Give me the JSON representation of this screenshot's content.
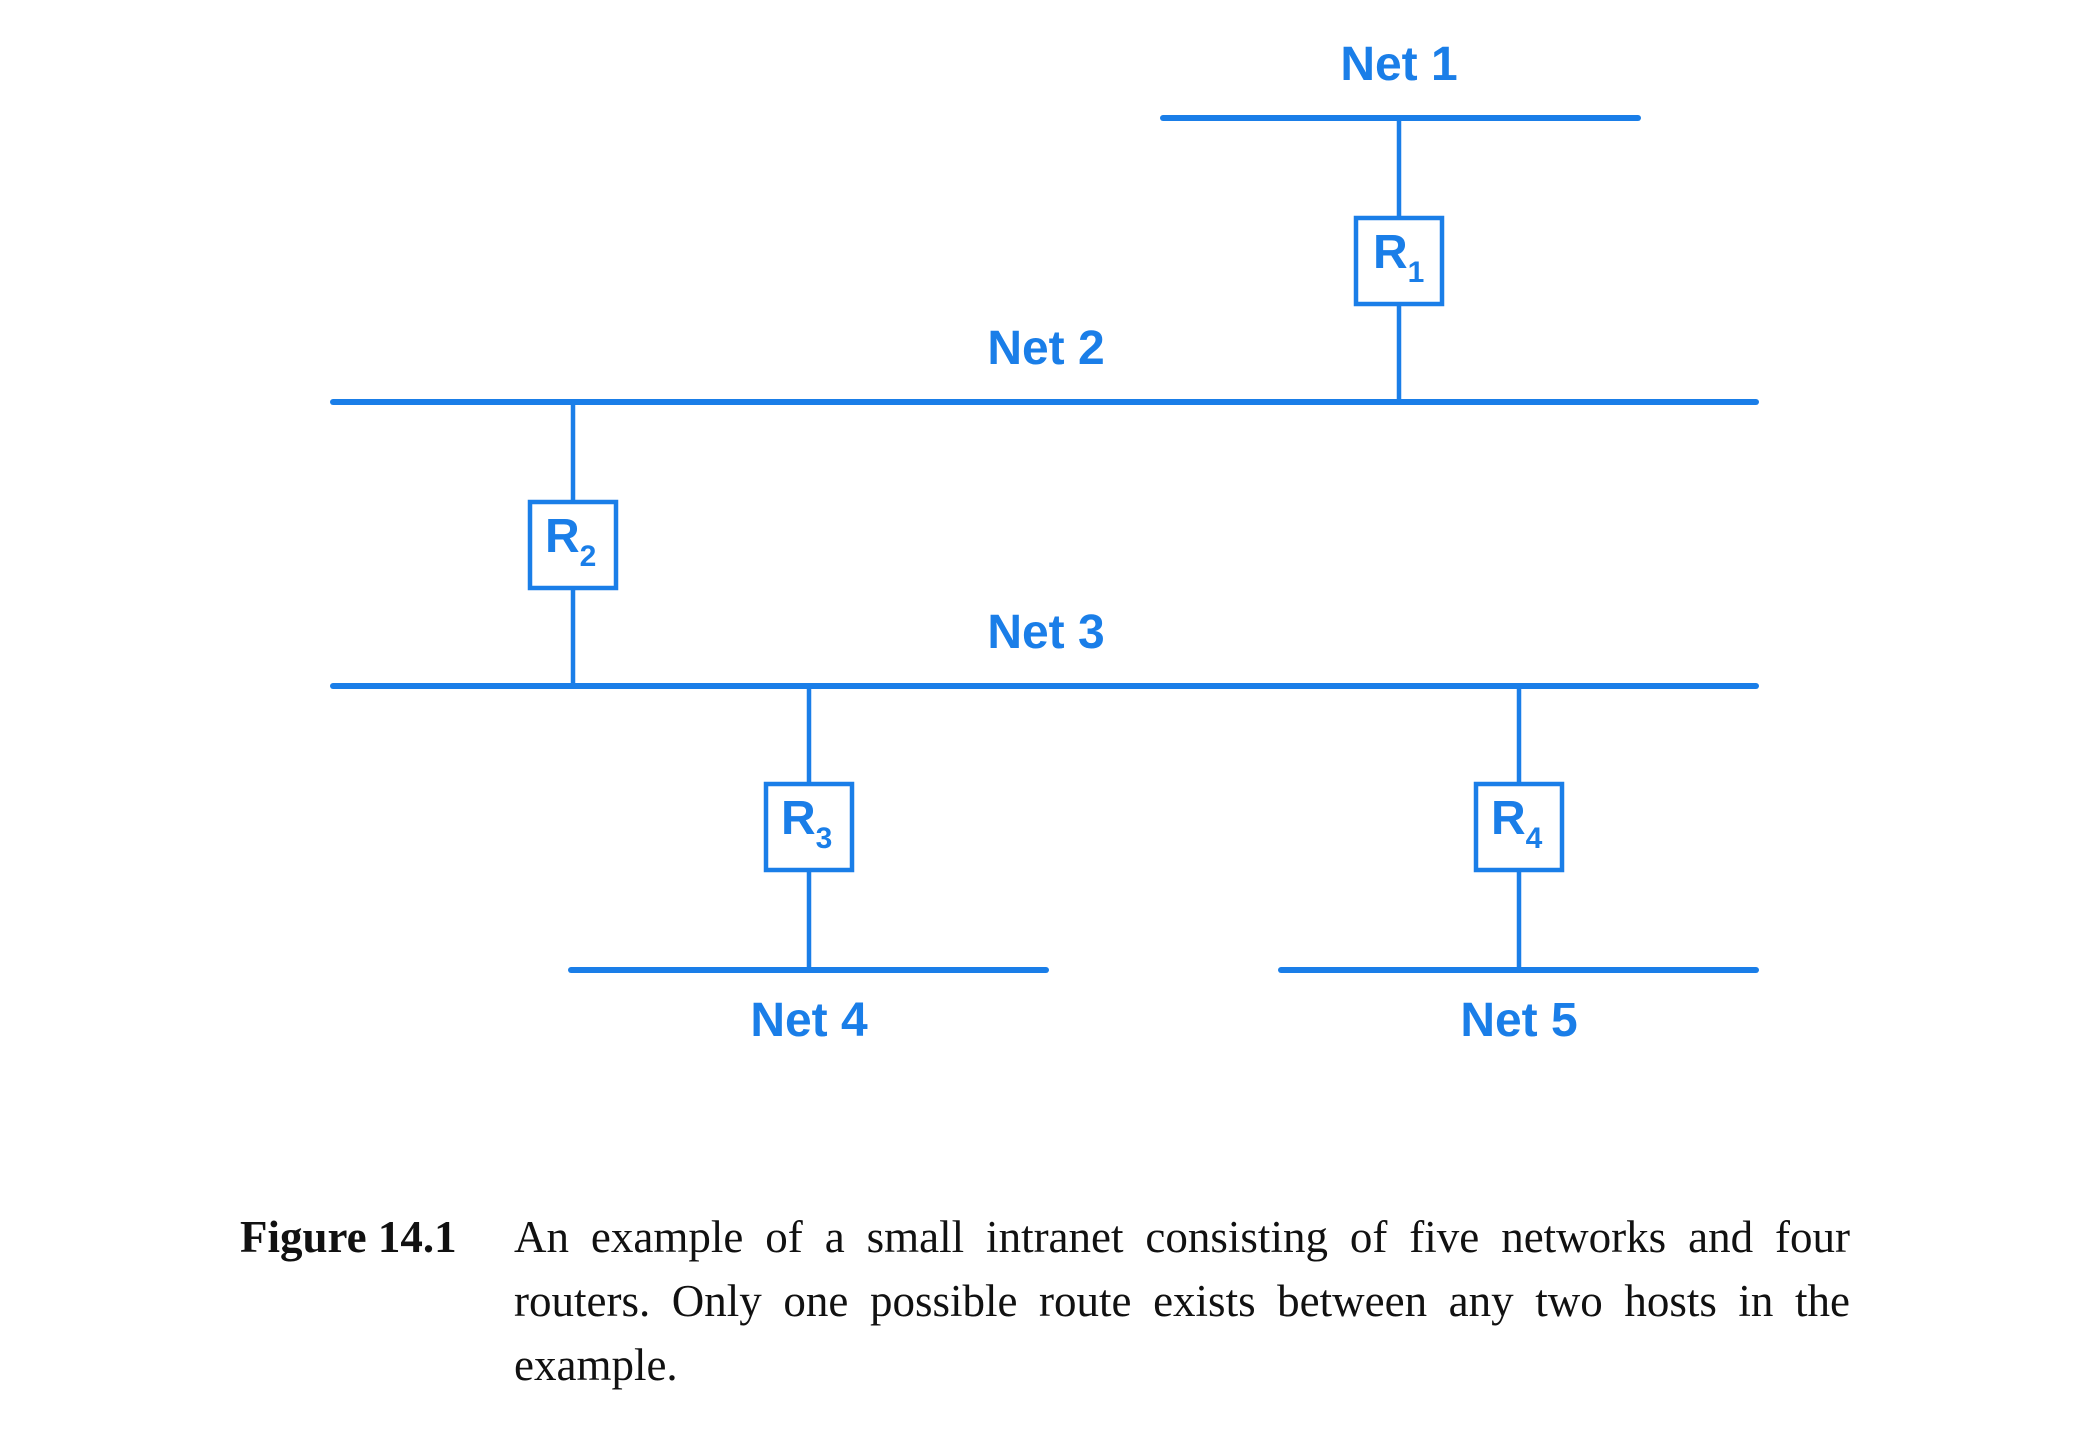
{
  "diagram": {
    "networks": [
      {
        "id": "net1",
        "label": "Net 1"
      },
      {
        "id": "net2",
        "label": "Net 2"
      },
      {
        "id": "net3",
        "label": "Net 3"
      },
      {
        "id": "net4",
        "label": "Net 4"
      },
      {
        "id": "net5",
        "label": "Net 5"
      }
    ],
    "routers": [
      {
        "id": "r1",
        "letter": "R",
        "index": "1",
        "connects": [
          "net1",
          "net2"
        ]
      },
      {
        "id": "r2",
        "letter": "R",
        "index": "2",
        "connects": [
          "net2",
          "net3"
        ]
      },
      {
        "id": "r3",
        "letter": "R",
        "index": "3",
        "connects": [
          "net3",
          "net4"
        ]
      },
      {
        "id": "r4",
        "letter": "R",
        "index": "4",
        "connects": [
          "net3",
          "net5"
        ]
      }
    ],
    "colors": {
      "accent": "#1a7ee8",
      "text": "#111111",
      "background": "#ffffff"
    }
  },
  "caption": {
    "label": "Figure 14.1",
    "text": "An example of a small intranet consisting of five networks and four routers.  Only one possible route exists between any two hosts in the example."
  }
}
